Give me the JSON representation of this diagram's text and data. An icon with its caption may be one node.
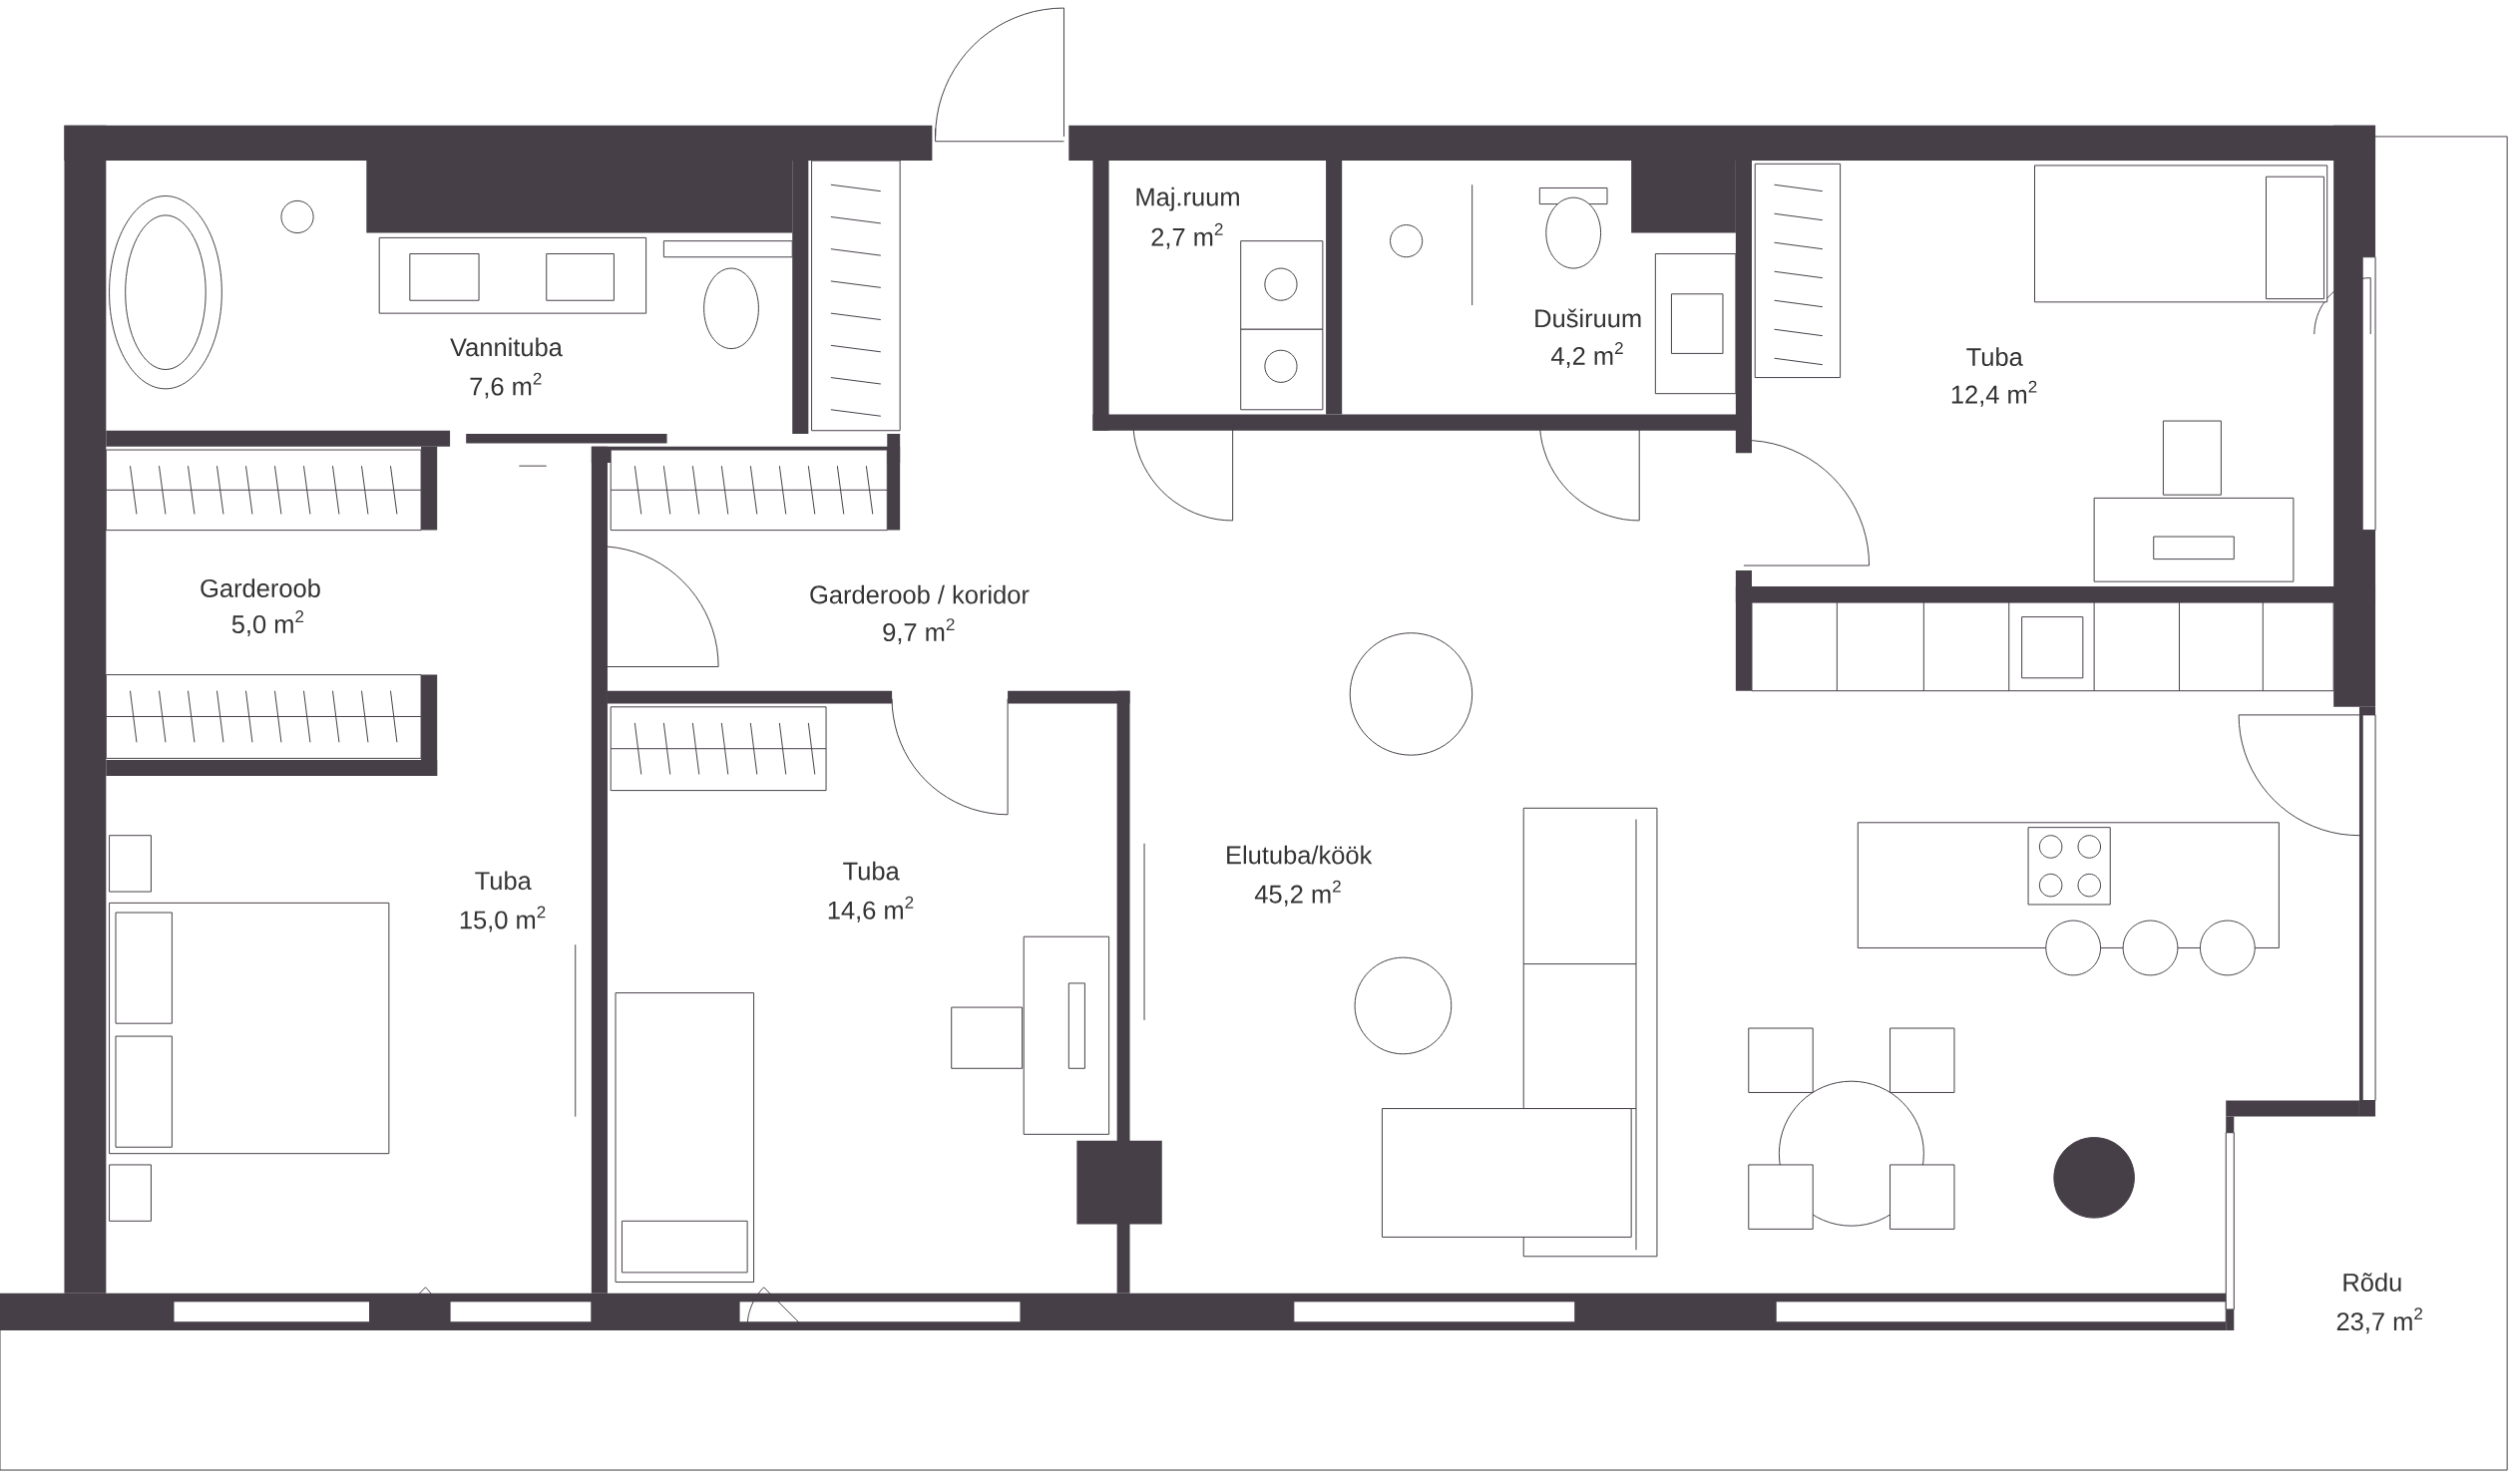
{
  "diagram": {
    "labels": [
      "Vannituba",
      "7,6 m$^{2}$",
      "Maj.ruum",
      "2,7 m$^{2}$",
      "Duširuum",
      "4,2 m$^{2}$",
      "Tuba",
      "12,4 m$^{2}$",
      "Garderoob",
      "5,0 m$^{2}$",
      "Garderoob / koridor",
      "9,7 m$^{2}$",
      "Tuba",
      "15,0 m$^{2}$",
      "Tuba",
      "14,6 m$^{2}$",
      "Elutuba/köök",
      "45,2 m$^{2}$",
      "Rõdu",
      "23,7 m$^{2}$"
    ]
  }
}
